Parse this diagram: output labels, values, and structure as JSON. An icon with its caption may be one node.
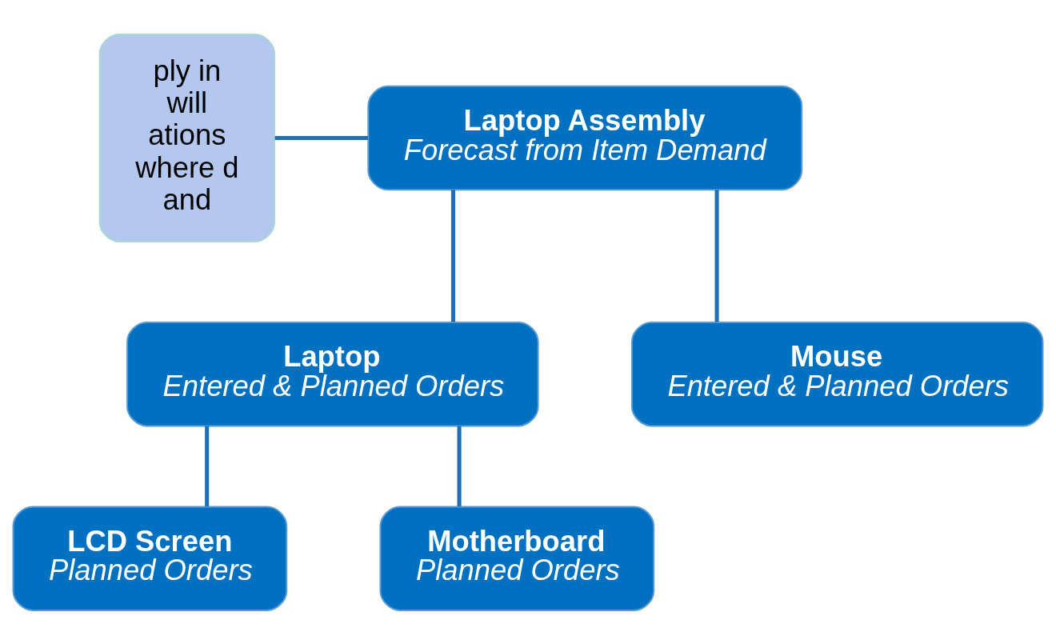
{
  "diagram": {
    "nodes": [
      {
        "text": [
          "ply in will ations where d and"
        ]
      },
      {
        "text": [
          "Laptop Assembly",
          "Forecast from Item Demand"
        ]
      },
      {
        "text": [
          "Laptop",
          "Entered & Planned Orders"
        ]
      },
      {
        "text": [
          "Mouse",
          "Entered & Planned Orders"
        ]
      },
      {
        "text": [
          "LCD Screen",
          "Planned Orders"
        ]
      },
      {
        "text": [
          "Motherboard",
          "Planned Orders"
        ]
      }
    ],
    "edges": [
      {
        "from": 0,
        "to": 1,
        "arrow": "none"
      },
      {
        "from": 1,
        "to": 2,
        "arrow": "none"
      },
      {
        "from": 1,
        "to": 3,
        "arrow": "none"
      },
      {
        "from": 2,
        "to": 4,
        "arrow": "none"
      },
      {
        "from": 2,
        "to": 5,
        "arrow": "none"
      }
    ]
  }
}
